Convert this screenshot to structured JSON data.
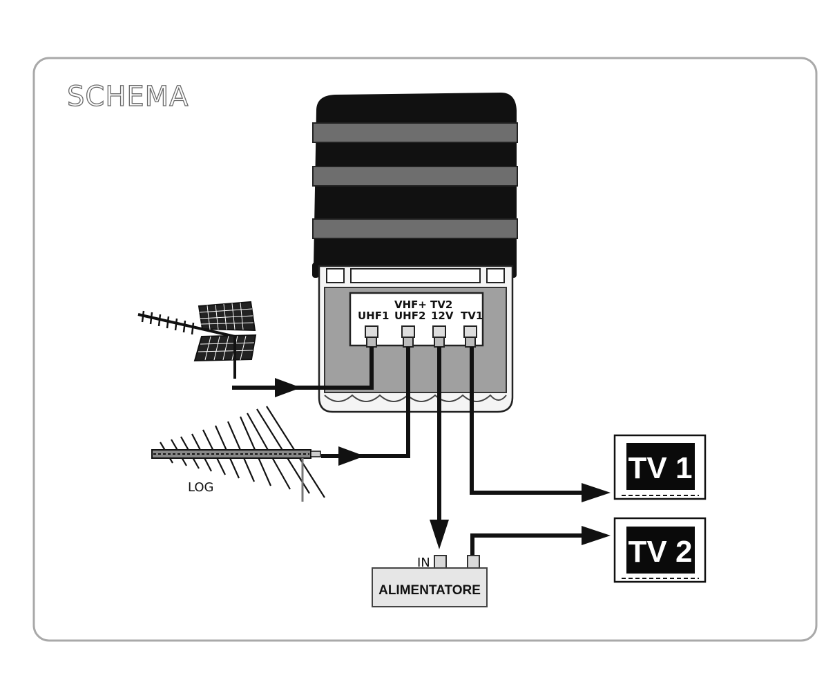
{
  "title": "SCHEMA",
  "amplifier": {
    "ports": [
      {
        "id": "uhf1",
        "label_top": "",
        "label_bottom": "UHF1"
      },
      {
        "id": "vhf-uhf2",
        "label_top": "VHF+",
        "label_bottom": "UHF2"
      },
      {
        "id": "tv2-12v",
        "label_top": "TV2",
        "label_bottom": "12V"
      },
      {
        "id": "tv1",
        "label_top": "",
        "label_bottom": "TV1"
      }
    ]
  },
  "antennas": {
    "log_label": "LOG"
  },
  "power_supply": {
    "label": "ALIMENTATORE",
    "in_label": "IN"
  },
  "tvs": [
    {
      "id": "tv1",
      "label": "TV 1"
    },
    {
      "id": "tv2",
      "label": "TV 2"
    }
  ],
  "colors": {
    "frame": "#a9a9a9",
    "amp_dark": "#111111",
    "amp_band": "#6e6e6e",
    "amp_panel": "#a0a0a0",
    "power_box": "#e6e6e6",
    "tv_screen": "#0a0a0a"
  }
}
